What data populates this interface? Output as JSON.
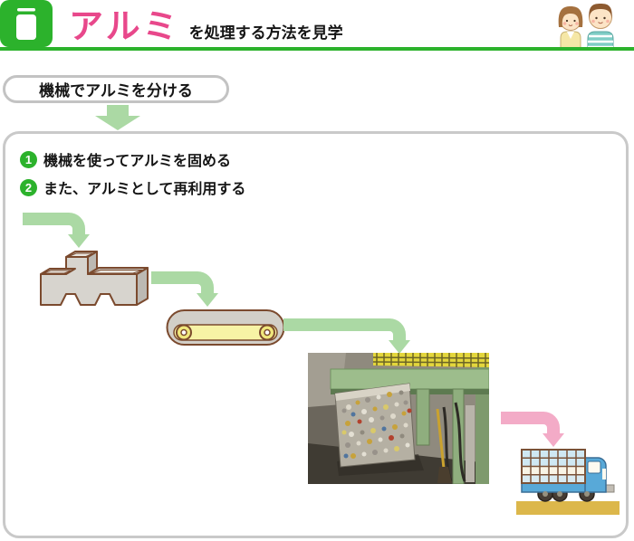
{
  "header": {
    "badge_icon": "aluminum-can-icon",
    "badge_color": "#2cb22c",
    "title_highlight": "アルミ",
    "title_rest": "を処理する方法を見学",
    "highlight_color": "#e8488b",
    "underline_color": "#2cb22c",
    "corner_illustration": "two-children"
  },
  "intro": {
    "step_label": "機械でアルミを分ける",
    "down_arrow_color": "#abd9a4"
  },
  "process_box": {
    "steps": [
      {
        "num": "1",
        "text": "機械を使ってアルミを固める"
      },
      {
        "num": "2",
        "text": "また、アルミとして再利用する"
      }
    ],
    "step_badge_color": "#2cb22c",
    "flow_stages": [
      {
        "icon": "press-machine-illustration"
      },
      {
        "icon": "conveyor-belt-illustration"
      },
      {
        "icon": "compressed-aluminum-bale-photo"
      },
      {
        "icon": "transport-truck-illustration"
      }
    ],
    "arrow_green": "#abd9a4",
    "arrow_pink": "#f3abc7"
  }
}
